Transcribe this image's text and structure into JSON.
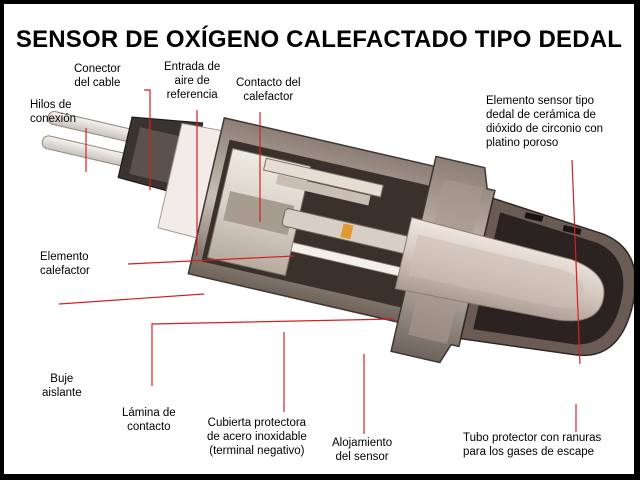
{
  "title": "SENSOR DE OXÍGENO CALEFACTADO TIPO DEDAL",
  "labels": {
    "hilos": "Hilos de\nconexión",
    "conector": "Conector\ndel cable",
    "entrada": "Entrada de\naire de\nreferencia",
    "contacto_calefactor": "Contacto del\ncalefactor",
    "elemento_sensor": "Elemento sensor tipo\ndedal de cerámica de\ndióxido de circonio con\nplatino poroso",
    "elemento_calefactor": "Elemento\ncalefactor",
    "buje": "Buje\naislante",
    "lamina": "Lámina de\ncontacto",
    "cubierta": "Cubierta protectora\nde acero inoxidable\n(terminal negativo)",
    "alojamiento": "Alojamiento\ndel sensor",
    "tubo": "Tubo protector con ranuras\npara los gases de escape"
  },
  "colors": {
    "leader_line": "#d42020",
    "frame": "#000000"
  }
}
